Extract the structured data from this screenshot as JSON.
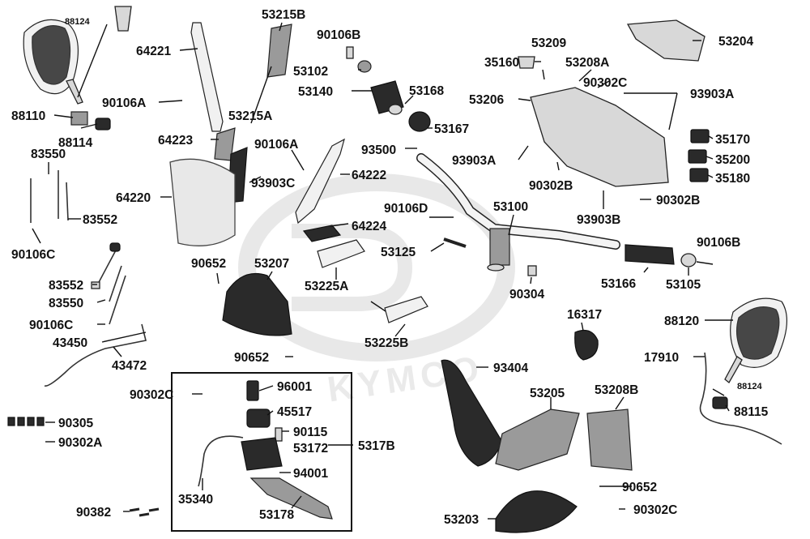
{
  "watermark": "KYMCO",
  "labels": {
    "p88124a": "88124",
    "p88110": "88110",
    "p88114": "88114",
    "p64221": "64221",
    "p53215b": "53215B",
    "p90106b_top": "90106B",
    "p53102": "53102",
    "p53140": "53140",
    "p53168": "53168",
    "p53167": "53167",
    "p90106a_top": "90106A",
    "p53215a": "53215A",
    "p64223": "64223",
    "p83550_top": "83550",
    "p83552_top": "83552",
    "p90106c_left": "90106C",
    "p64220": "64220",
    "p90106a_mid": "90106A",
    "p64222": "64222",
    "p93903c": "93903C",
    "p93500": "93500",
    "p53209": "53209",
    "p35160": "35160",
    "p53208a": "53208A",
    "p90302c_top": "90302C",
    "p53206": "53206",
    "p93903a_right": "93903A",
    "p53204": "53204",
    "p35170": "35170",
    "p35200": "35200",
    "p35180": "35180",
    "p93903a_mid": "93903A",
    "p90302b_mid": "90302B",
    "p90302b_right": "90302B",
    "p93903b": "93903B",
    "p90106d": "90106D",
    "p53100": "53100",
    "p64224": "64224",
    "p53125": "53125",
    "p90106b_right": "90106B",
    "p53166": "53166",
    "p53105": "53105",
    "p90304": "90304",
    "p90652_a": "90652",
    "p53207": "53207",
    "p53225a": "53225A",
    "p53225b": "53225B",
    "p83552_mid": "83552",
    "p83550_mid": "83550",
    "p90106c_mid": "90106C",
    "p43450": "43450",
    "p43472": "43472",
    "p90652_b": "90652",
    "p16317": "16317",
    "p88120": "88120",
    "p17910": "17910",
    "p93404": "93404",
    "p88124b": "88124",
    "p88115": "88115",
    "p90302c_mid": "90302C",
    "p96001": "96001",
    "p45517": "45517",
    "p90115": "90115",
    "p53172": "53172",
    "p5317b": "5317B",
    "p94001": "94001",
    "p35340": "35340",
    "p53178": "53178",
    "p90305": "90305",
    "p90302a": "90302A",
    "p90382": "90382",
    "p53205": "53205",
    "p53208b": "53208B",
    "p90652_c": "90652",
    "p53203": "53203",
    "p90302c_bottom": "90302C"
  }
}
